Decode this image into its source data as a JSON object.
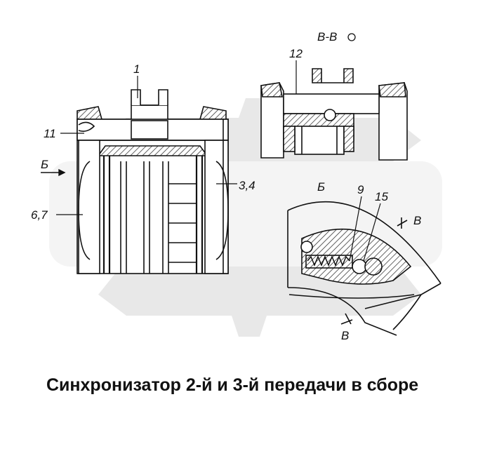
{
  "labels": {
    "part_1": "1",
    "part_11": "11",
    "arrow_b_left": "Б",
    "part_3_4": "3,4",
    "part_6_7": "6,7",
    "section_title": "В-В",
    "part_12": "12",
    "view_b": "Б",
    "part_9": "9",
    "part_15": "15",
    "cut_v_top": "В",
    "cut_v_bottom": "В"
  },
  "caption": "Синхронизатор 2-й и 3-й передачи в сборе",
  "watermark": {
    "color": "#e6e6e6"
  }
}
